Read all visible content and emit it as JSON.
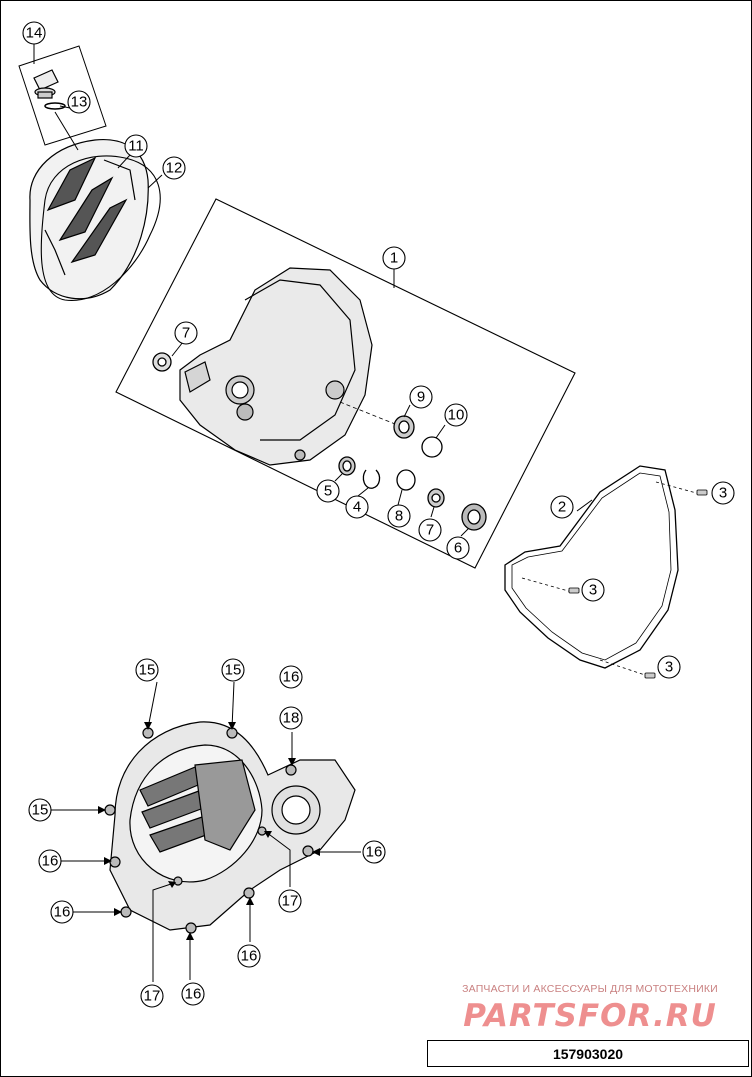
{
  "diagram": {
    "callouts": [
      {
        "id": "c14",
        "label": "14"
      },
      {
        "id": "c13",
        "label": "13"
      },
      {
        "id": "c11",
        "label": "11"
      },
      {
        "id": "c12",
        "label": "12"
      },
      {
        "id": "c1",
        "label": "1"
      },
      {
        "id": "c7a",
        "label": "7"
      },
      {
        "id": "c9",
        "label": "9"
      },
      {
        "id": "c10",
        "label": "10"
      },
      {
        "id": "c5",
        "label": "5"
      },
      {
        "id": "c4",
        "label": "4"
      },
      {
        "id": "c8",
        "label": "8"
      },
      {
        "id": "c7b",
        "label": "7"
      },
      {
        "id": "c6",
        "label": "6"
      },
      {
        "id": "c2",
        "label": "2"
      },
      {
        "id": "c3a",
        "label": "3"
      },
      {
        "id": "c3b",
        "label": "3"
      },
      {
        "id": "c3c",
        "label": "3"
      },
      {
        "id": "c15a",
        "label": "15"
      },
      {
        "id": "c15b",
        "label": "15"
      },
      {
        "id": "c16a",
        "label": "16"
      },
      {
        "id": "c18",
        "label": "18"
      },
      {
        "id": "c15c",
        "label": "15"
      },
      {
        "id": "c16b",
        "label": "16"
      },
      {
        "id": "c16c",
        "label": "16"
      },
      {
        "id": "c16d",
        "label": "16"
      },
      {
        "id": "c17a",
        "label": "17"
      },
      {
        "id": "c16e",
        "label": "16"
      },
      {
        "id": "c17b",
        "label": "17"
      },
      {
        "id": "c16f",
        "label": "16"
      }
    ],
    "part_numbers": [
      "1",
      "2",
      "3",
      "4",
      "5",
      "6",
      "7",
      "8",
      "9",
      "10",
      "11",
      "12",
      "13",
      "14",
      "15",
      "16",
      "17",
      "18"
    ],
    "colors": {
      "line": "#000000",
      "watermark_text": "#c98080",
      "watermark_brand": "#ee8f8f"
    }
  },
  "watermark": {
    "caption": "ЗАПЧАСТИ И АКСЕССУАРЫ ДЛЯ МОТОТЕХНИКИ",
    "brand": "PARTSFOR.RU"
  },
  "document_number": "157903020"
}
